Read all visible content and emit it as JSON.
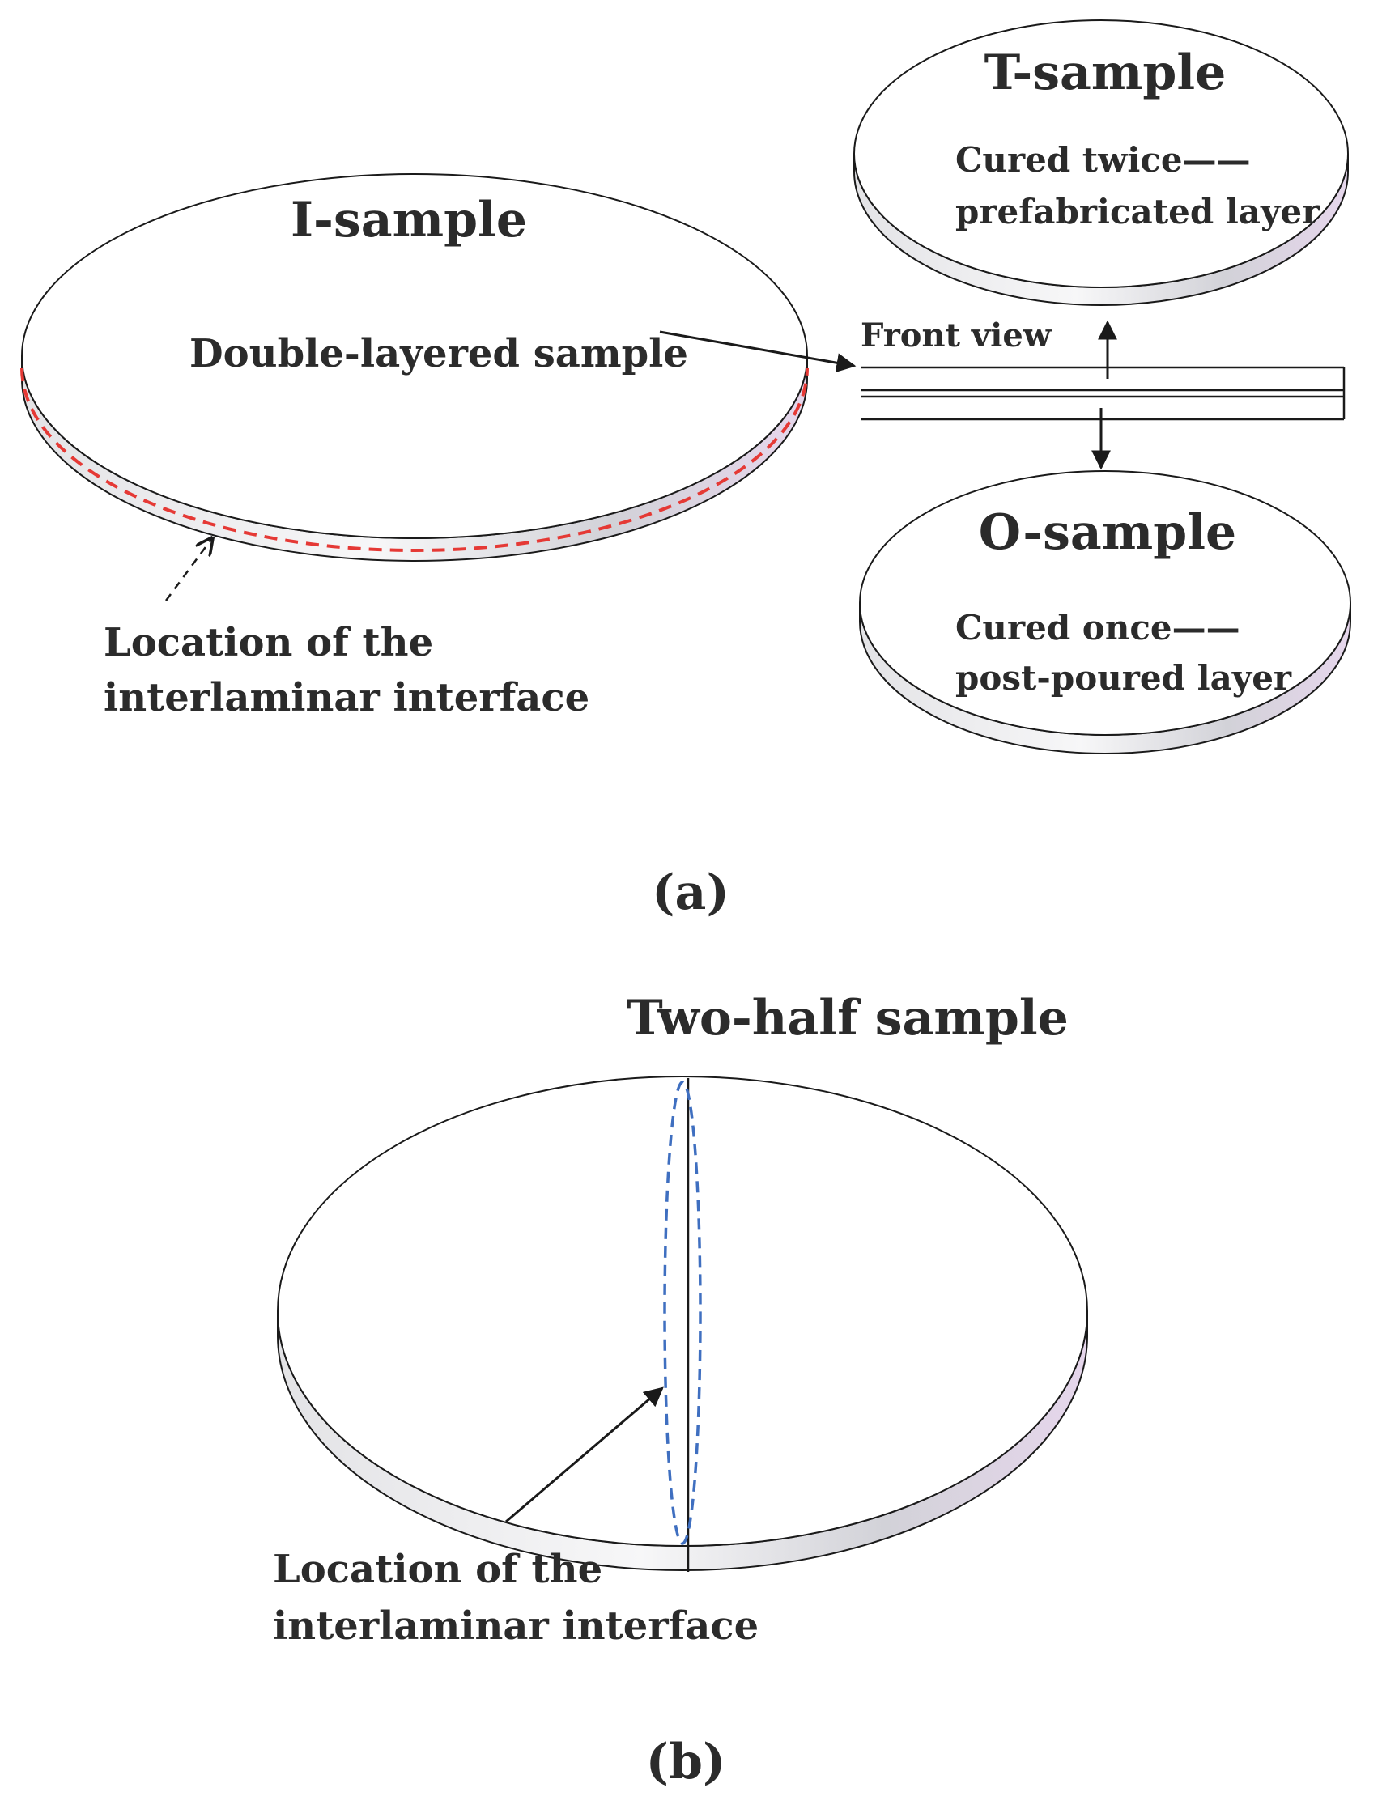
{
  "panel_a": {
    "i_sample": {
      "title": "I-sample",
      "subtitle": "Double-layered sample",
      "interface_label": [
        "Location of the",
        "interlaminar interface"
      ]
    },
    "front_view_label": "Front view",
    "t_sample": {
      "title": "T-sample",
      "lines": [
        "Cured twice——",
        "prefabricated layer"
      ]
    },
    "o_sample": {
      "title": "O-sample",
      "lines": [
        "Cured once——",
        "post-poured layer"
      ]
    },
    "caption": "(a)"
  },
  "panel_b": {
    "title": "Two-half sample",
    "interface_label": [
      "Location of the",
      "interlaminar interface"
    ],
    "caption": "(b)"
  },
  "colors": {
    "outline": "#1a1a1a",
    "interface_red": "#e53935",
    "interface_blue": "#3f6fc0",
    "side_shade": "#d9d9df",
    "side_tint": "#e4d6ea"
  }
}
